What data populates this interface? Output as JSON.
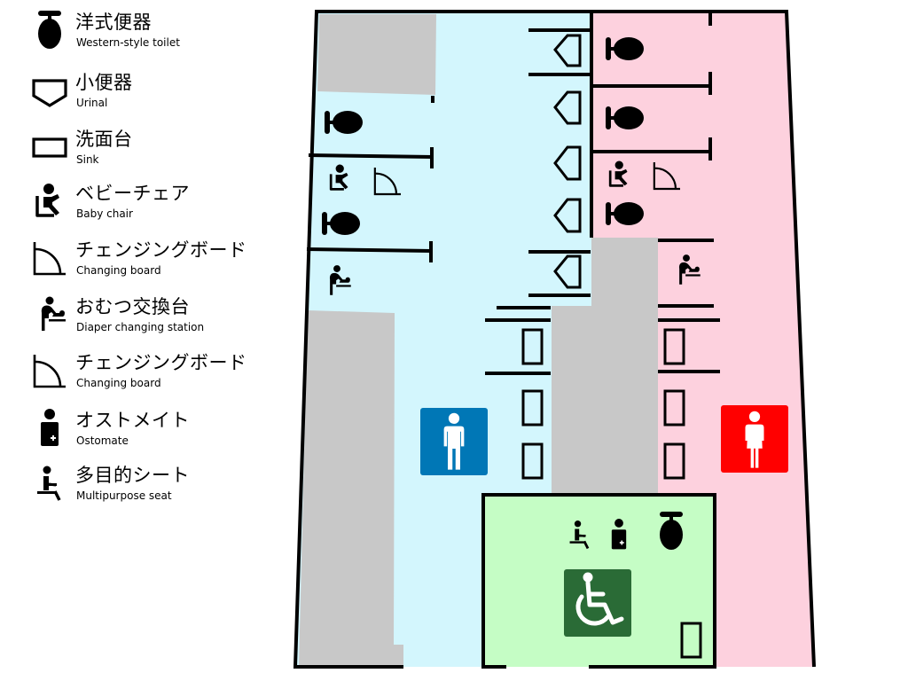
{
  "legend": {
    "items": [
      {
        "icon": "western-toilet-icon",
        "label_jp": "洋式便器",
        "label_en": "Western-style toilet"
      },
      {
        "icon": "urinal-icon",
        "label_jp": "小便器",
        "label_en": "Urinal"
      },
      {
        "icon": "sink-icon",
        "label_jp": "洗面台",
        "label_en": "Sink"
      },
      {
        "icon": "baby-chair-icon",
        "label_jp": "ベビーチェア",
        "label_en": "Baby chair"
      },
      {
        "icon": "changing-board-icon",
        "label_jp": "チェンジングボード",
        "label_en": "Changing board"
      },
      {
        "icon": "diaper-changing-station-icon",
        "label_jp": "おむつ交換台",
        "label_en": "Diaper changing station"
      },
      {
        "icon": "changing-board-icon",
        "label_jp": "チェンジングボード",
        "label_en": "Changing board"
      },
      {
        "icon": "ostomate-icon",
        "label_jp": "オストメイト",
        "label_en": "Ostomate"
      },
      {
        "icon": "multipurpose-seat-icon",
        "label_jp": "多目的シート",
        "label_en": "Multipurpose seat"
      }
    ]
  },
  "map": {
    "zones": {
      "mens_restroom": {
        "label": "men-restroom",
        "color": "#d3f6fd"
      },
      "womens_restroom": {
        "label": "women-restroom",
        "color": "#fdd1de"
      },
      "accessible_restroom": {
        "label": "multipurpose-restroom",
        "color": "#c5fdc5"
      },
      "unused_space": {
        "color": "#c8c8c8"
      }
    },
    "signs": {
      "men": {
        "icon": "men-restroom-sign-icon",
        "color": "#0077b6"
      },
      "women": {
        "icon": "women-restroom-sign-icon",
        "color": "#ff0000"
      },
      "accessible": {
        "icon": "wheelchair-sign-icon",
        "color": "#2a6b36"
      }
    },
    "fixtures": {
      "mens": {
        "western_toilets": 2,
        "urinals": 5,
        "sinks": 3,
        "baby_chairs": 1,
        "changing_boards": 1,
        "diaper_changing_stations": 1
      },
      "womens": {
        "western_toilets": 3,
        "sinks": 3,
        "baby_chairs": 1,
        "changing_boards": 1,
        "diaper_changing_stations": 1
      },
      "accessible": {
        "western_toilets": 1,
        "sinks": 1,
        "ostomates": 1,
        "multipurpose_seats": 1
      }
    }
  }
}
